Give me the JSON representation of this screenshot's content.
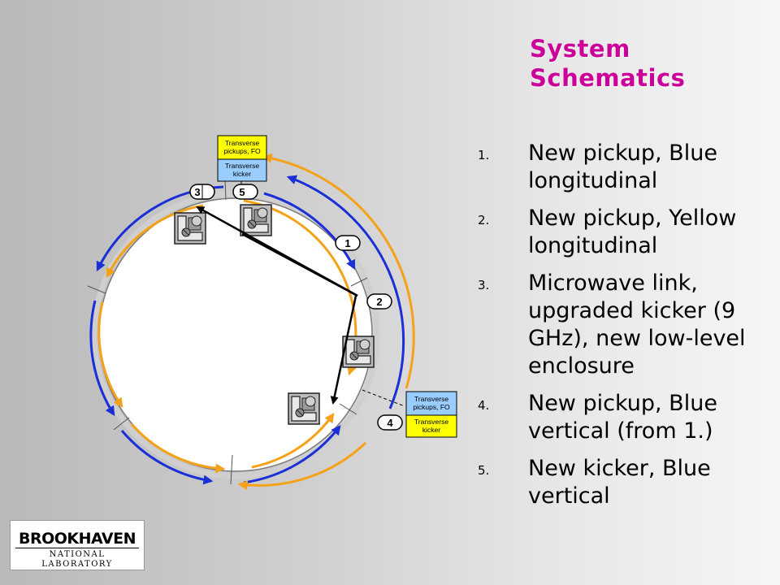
{
  "slide": {
    "title": "System Schematics"
  },
  "list": [
    {
      "number": "1.",
      "text": "New pickup, Blue longitudinal"
    },
    {
      "number": "2.",
      "text": "New pickup, Yellow longitudinal"
    },
    {
      "number": "3.",
      "text": "Microwave link, upgraded kicker (9 GHz), new low-level enclosure"
    },
    {
      "number": "4.",
      "text": "New pickup, Blue vertical (from 1.)"
    },
    {
      "number": "5.",
      "text": "New kicker, Blue vertical"
    }
  ],
  "diagram": {
    "box_top": {
      "upper": "Transverse pickups, FO",
      "lower": "Transverse kicker"
    },
    "box_right": {
      "upper": "Transverse pickups, FO",
      "lower": "Transverse kicker"
    },
    "markers": [
      "1",
      "2",
      "3",
      "4",
      "5"
    ]
  },
  "logo": {
    "main": "BROOKHAVEN",
    "sub": "NATIONAL LABORATORY"
  },
  "colors": {
    "title": "#cc0099",
    "blue_beam": "#1a2fd6",
    "yellow_beam": "#f5a21a",
    "yellow_box": "#ffff00",
    "blue_box": "#99ccff"
  }
}
